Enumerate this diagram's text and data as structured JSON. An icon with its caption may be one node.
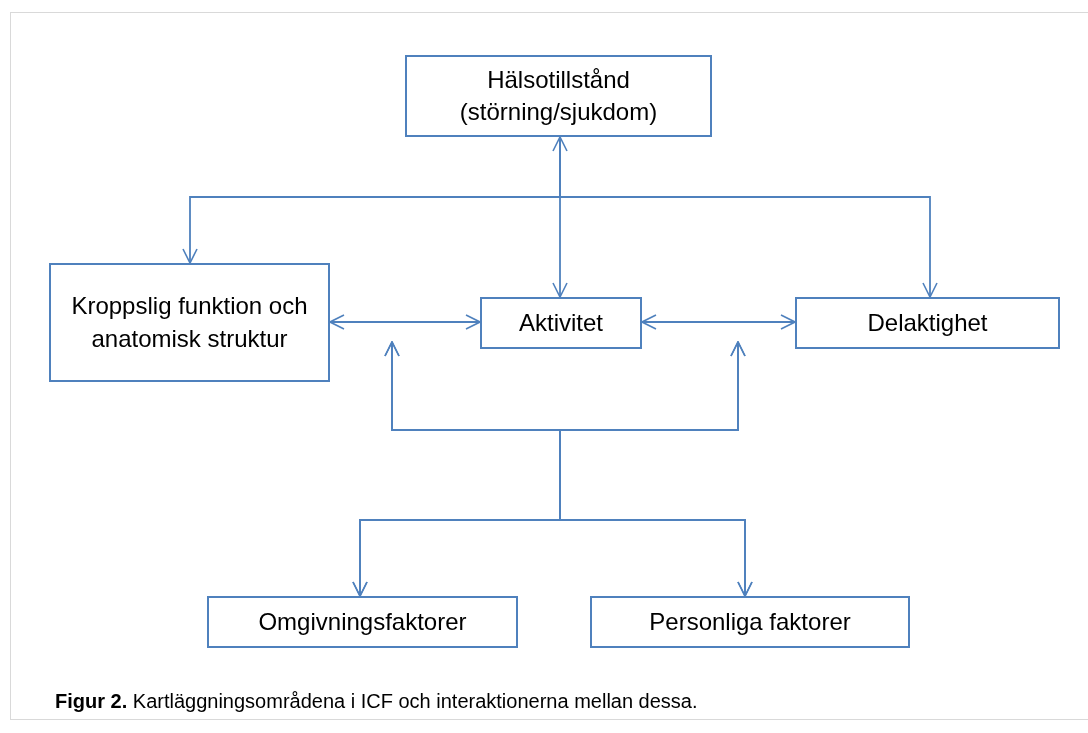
{
  "diagram": {
    "caption": "**Figur 2.** Kartläggningsområdena i ICF och interaktionerna mellan dessa.",
    "nodes": [
      {
        "text": [
          "Hälsotillstånd (störning/sjukdom)"
        ]
      },
      {
        "text": [
          "Kroppslig funktion och anatomisk struktur"
        ]
      },
      {
        "text": [
          "Aktivitet"
        ]
      },
      {
        "text": [
          "Delaktighet"
        ]
      },
      {
        "text": [
          "Omgivningsfaktorer"
        ]
      },
      {
        "text": [
          "Personliga faktorer"
        ]
      }
    ],
    "edges": [
      {
        "from": 0,
        "to": 2,
        "arrow": "both"
      },
      {
        "from": 0,
        "to": 1,
        "arrow": "to"
      },
      {
        "from": 0,
        "to": 3,
        "arrow": "to"
      },
      {
        "from": 1,
        "to": 2,
        "arrow": "both"
      },
      {
        "from": 2,
        "to": 3,
        "arrow": "both"
      },
      {
        "from": 4,
        "to": null,
        "arrow": "both"
      },
      {
        "from": 4,
        "to": null,
        "arrow": "both"
      },
      {
        "from": 5,
        "to": null,
        "arrow": "both"
      },
      {
        "from": 5,
        "to": null,
        "arrow": "both"
      }
    ]
  }
}
